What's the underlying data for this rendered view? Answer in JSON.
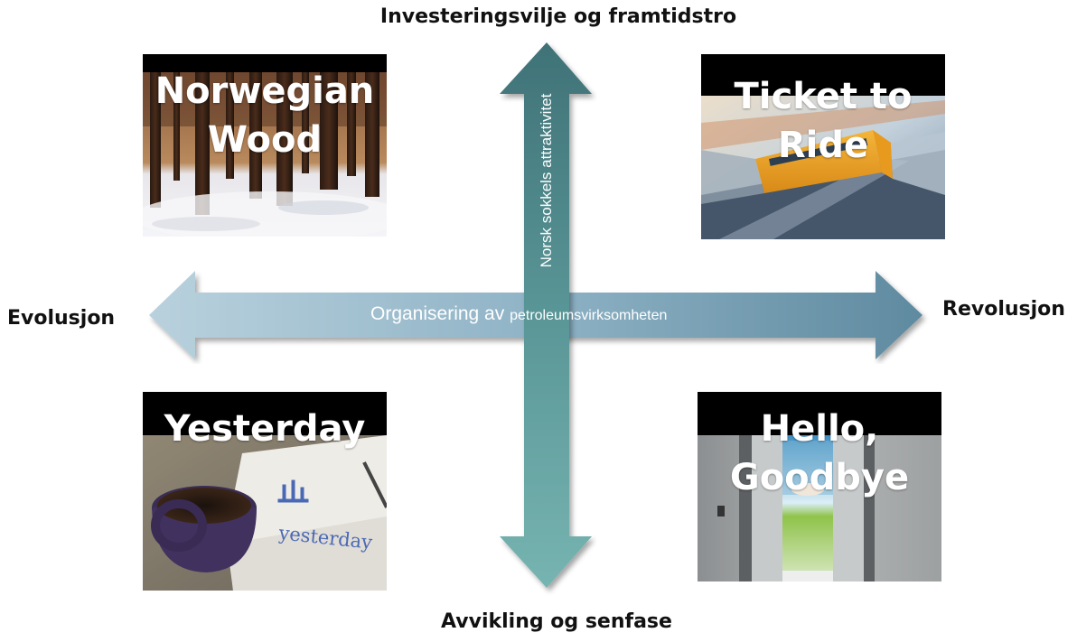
{
  "axes": {
    "top": "Investeringsvilje og framtidstro",
    "bottom": "Avvikling og senfase",
    "left": "Evolusjon",
    "right": "Revolusjon"
  },
  "arrows": {
    "horizontal_label_part1": "Organisering av ",
    "horizontal_label_part2": "petroleumsvirksomheten",
    "vertical_label": "Norsk sokkels attraktivitet",
    "horizontal_color": "#8fb3c6",
    "vertical_color": "#4f8c8d"
  },
  "quadrants": {
    "top_left": {
      "title_line1": "Norwegian",
      "title_line2": "Wood",
      "image": "snowy-forest"
    },
    "top_right": {
      "title_line1": "Ticket to",
      "title_line2": "Ride",
      "image": "speeding-train"
    },
    "bottom_left": {
      "title_line1": "Yesterday",
      "image": "coffee-cup-napkin",
      "napkin_text": "yesterday"
    },
    "bottom_right": {
      "title_line1": "Hello,",
      "title_line2": "Goodbye",
      "image": "elevator-doors-meadow"
    }
  }
}
